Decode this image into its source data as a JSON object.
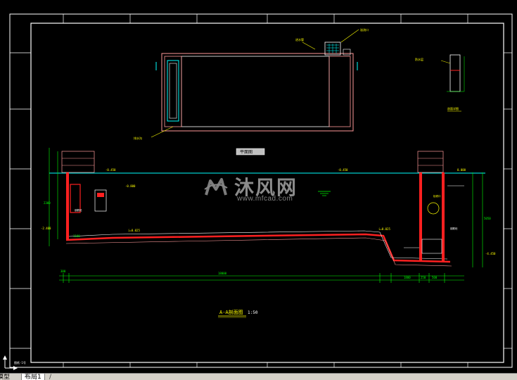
{
  "app": {
    "layout_tabs": [
      {
        "label": "模型",
        "active": false
      },
      {
        "label": "布局1",
        "active": true
      }
    ],
    "tab_separator": "/"
  },
  "watermark": {
    "brand_cn": "沐风网",
    "brand_url": "www.mfcad.com",
    "logo_color": "#c8c8c8"
  },
  "drawing": {
    "section_title": "A-A剖面图",
    "section_scale": "1:50",
    "elevations": {
      "top_left": "-0.450",
      "water_left": "-0.800",
      "top_mid": "-0.450",
      "top_right": "0.000",
      "bottom_left": "-2.400",
      "bottom_right": "-4.450",
      "slope_label": "i=0.025"
    },
    "dimensions": {
      "total_length": "18000",
      "left_seg": "300",
      "right_seg_a": "1800",
      "right_seg_b": "250",
      "right_seg_c": "500",
      "depth_right": "5050",
      "depth_left": "2300",
      "bottom_thk": "1100"
    },
    "detail_label": "剖面详图",
    "plan_label": "平面图",
    "corner_tag": "图纸-1号",
    "colors": {
      "background": "#000000",
      "frame": "#ffffff",
      "wall": "#ff2020",
      "dimension": "#00ff00",
      "water_line": "#00ffff",
      "annotation": "#ffff00",
      "pool_outline": "#ff9999"
    }
  }
}
